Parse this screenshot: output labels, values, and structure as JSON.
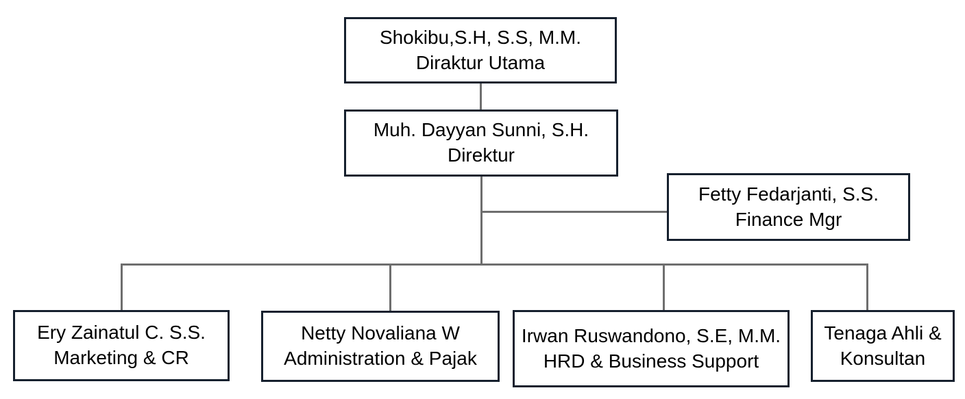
{
  "chart_type": "org-chart",
  "colors": {
    "box_border": "#16202e",
    "box_fill": "#ffffff",
    "connector": "#6e6e6e",
    "text": "#000000",
    "background": "#ffffff"
  },
  "nodes": [
    {
      "id": "diraktur-utama",
      "name": "Shokibu,S.H, S.S, M.M.",
      "role": "Diraktur Utama"
    },
    {
      "id": "direktur",
      "name": "Muh. Dayyan Sunni, S.H.",
      "role": "Direktur"
    },
    {
      "id": "finance-mgr",
      "name": "Fetty Fedarjanti, S.S.",
      "role": "Finance Mgr"
    },
    {
      "id": "marketing-cr",
      "name": "Ery Zainatul C. S.S.",
      "role": "Marketing & CR"
    },
    {
      "id": "administration-pajak",
      "name": "Netty Novaliana W",
      "role": "Administration & Pajak"
    },
    {
      "id": "hrd-business-support",
      "name": "Irwan Ruswandono, S.E, M.M.",
      "role": "HRD & Business Support"
    },
    {
      "id": "tenaga-ahli-konsultan",
      "name": "Tenaga Ahli &",
      "role": "Konsultan"
    }
  ],
  "hierarchy": {
    "root": "diraktur-utama",
    "edges": [
      [
        "diraktur-utama",
        "direktur"
      ],
      [
        "direktur",
        "finance-mgr"
      ],
      [
        "direktur",
        "marketing-cr"
      ],
      [
        "direktur",
        "administration-pajak"
      ],
      [
        "direktur",
        "hrd-business-support"
      ],
      [
        "direktur",
        "tenaga-ahli-konsultan"
      ]
    ]
  }
}
